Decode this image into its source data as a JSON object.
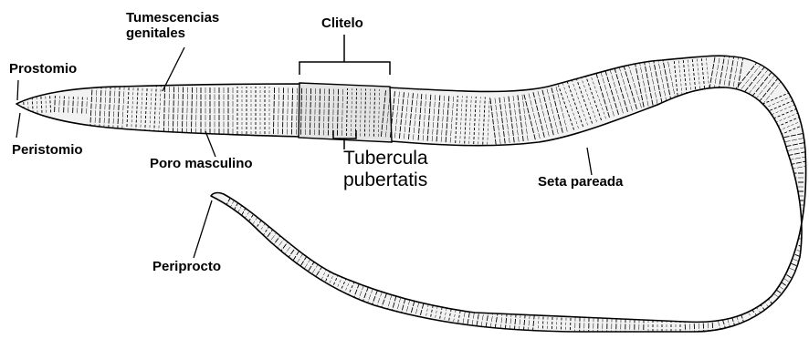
{
  "labels": {
    "tumescencias_line1": "Tumescencias",
    "tumescencias_line2": "genitales",
    "clitelo": "Clitelo",
    "prostomio": "Prostomio",
    "peristomio": "Peristomio",
    "poro_masculino": "Poro masculino",
    "tubercula_line1": "Tubercula",
    "tubercula_line2": "pubertatis",
    "seta_pareada": "Seta pareada",
    "periprocto": "Periprocto"
  },
  "colors": {
    "ink": "#000000",
    "background": "#ffffff",
    "body_fill": "#f2f2f2"
  }
}
